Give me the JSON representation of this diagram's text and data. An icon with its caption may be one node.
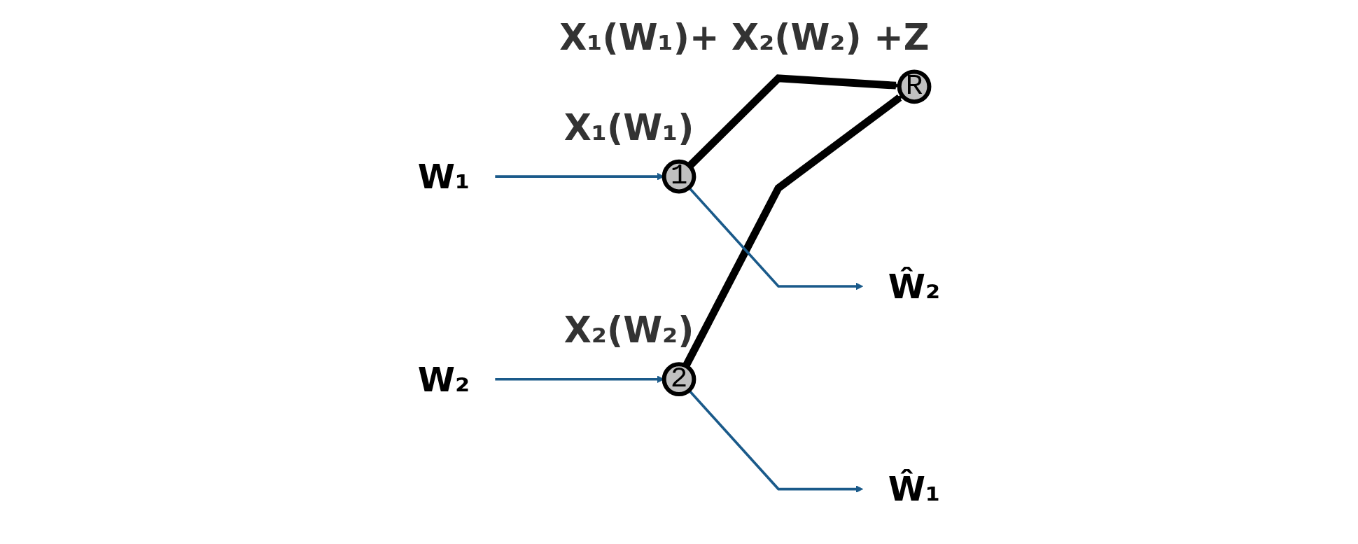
{
  "diagram": {
    "nodes": [
      {
        "text": [
          "R"
        ],
        "beside": [
          "X₁(W₁)+ X₂(W₂) +Z"
        ]
      },
      {
        "text": [
          "1"
        ],
        "beside": [
          "X₁(W₁)"
        ]
      },
      {
        "text": [
          "2"
        ],
        "beside": [
          "X₂(W₂)"
        ]
      },
      {
        "text": [
          "W₁"
        ]
      },
      {
        "text": [
          "Ŵ₂"
        ]
      },
      {
        "text": [
          "W₂"
        ]
      },
      {
        "text": [
          "Ŵ₁"
        ]
      }
    ],
    "edges": [
      {
        "from": 1,
        "to": 0,
        "arrow": "to",
        "style": "thick",
        "color": "#000000"
      },
      {
        "from": 2,
        "to": 0,
        "arrow": "to",
        "style": "thick",
        "color": "#000000"
      },
      {
        "from": 3,
        "to": 1,
        "arrow": "to"
      },
      {
        "from": 1,
        "to": 4,
        "arrow": "to"
      },
      {
        "from": 5,
        "to": 2,
        "arrow": "to"
      },
      {
        "from": 2,
        "to": 6,
        "arrow": "to"
      }
    ]
  }
}
